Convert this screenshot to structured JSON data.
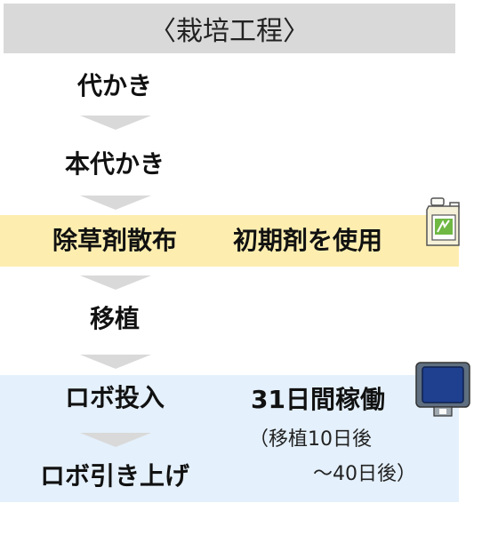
{
  "header": {
    "title": "〈栽培工程〉"
  },
  "steps": [
    {
      "label": "代かき"
    },
    {
      "label": "本代かき"
    },
    {
      "label": "除草剤散布"
    },
    {
      "label": "移植"
    },
    {
      "label": "ロボ投入"
    },
    {
      "label": "ロボ引き上げ"
    }
  ],
  "notes": {
    "herbicide": "初期剤を使用",
    "robot": "31日間稼働",
    "robot_sub_1": "（移植10日後",
    "robot_sub_2": "～40日後）"
  },
  "icons": {
    "herbicide": "herbicide-bottle-icon",
    "robot": "robot-device-icon"
  },
  "colors": {
    "header_bg": "#d9d9d9",
    "arrow": "#d9d9d9",
    "herbicide_band": "#fdeeb0",
    "robot_band": "#e4f0fb",
    "robot_panel": "#1f3f8f"
  }
}
